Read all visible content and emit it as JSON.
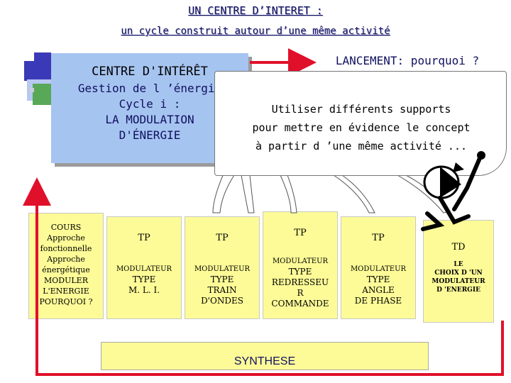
{
  "header": {
    "title": "UN CENTRE D’INTERET :",
    "subtitle": "un cycle construit autour d’une  même activité"
  },
  "main_card": {
    "lines": [
      "CENTRE D'INTÉRÊT",
      "Gestion de l ’énergie",
      "Cycle i :",
      "LA MODULATION",
      "D'ÉNERGIE"
    ]
  },
  "lancement": "LANCEMENT: pourquoi ?",
  "bubble": {
    "lines": [
      "Utiliser différents supports",
      "pour mettre en évidence le  concept",
      "à partir d ’une même activité ..."
    ]
  },
  "columns": [
    {
      "head": "",
      "lines": [
        "COURS",
        "Approche",
        "fonctionnelle",
        "Approche",
        "énergétique",
        "MODULER",
        "L'ENERGIE",
        "POURQUOI ?"
      ]
    },
    {
      "head": "TP",
      "lines": [
        "MODULATEUR",
        "TYPE",
        "M. L. I."
      ]
    },
    {
      "head": "TP",
      "lines": [
        "MODULATEUR",
        "TYPE",
        "TRAIN",
        "D'ONDES"
      ]
    },
    {
      "head": "TP",
      "lines": [
        "MODULATEUR",
        "TYPE",
        "REDRESSEU",
        "R",
        "COMMANDE"
      ]
    },
    {
      "head": "TP",
      "lines": [
        "MODULATEUR",
        "TYPE",
        "ANGLE",
        "DE PHASE"
      ]
    },
    {
      "head": "TD",
      "lines": [
        "LE",
        "CHOIX D 'UN",
        "MODULATEUR",
        "D 'ENERGIE"
      ]
    }
  ],
  "synthese": "SYNTHESE",
  "colors": {
    "card_yellow": "#fdfb97",
    "main_blue": "#a6c4f0",
    "arrow_red": "#e0102a",
    "text_navy": "#101060"
  }
}
